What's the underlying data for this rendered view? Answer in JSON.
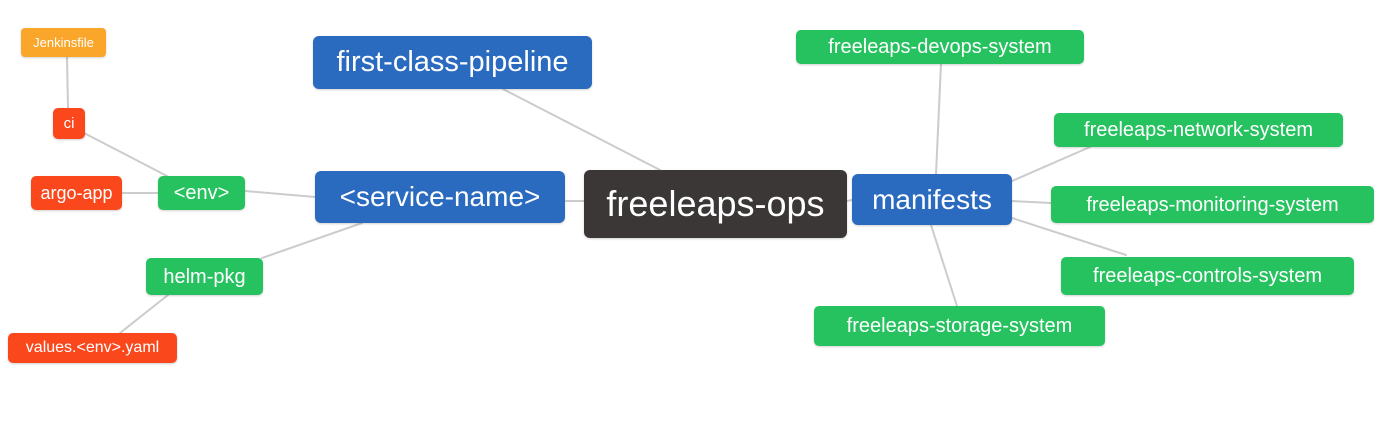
{
  "diagram": {
    "type": "mindmap",
    "background_color": "#FFFFFF",
    "edge_color": "#CCCCCC",
    "text_color": "#FFFFFF",
    "level_colors": {
      "root": "#3B3737",
      "level1": "#2A6ABF",
      "level2": "#27C260",
      "level3": "#FA481C",
      "level4": "#F9A62A"
    }
  },
  "nodes": {
    "freeleaps_ops": {
      "label": "freeleaps-ops",
      "color": "#3B3737",
      "level": 0
    },
    "first_class_pipeline": {
      "label": "first-class-pipeline",
      "color": "#2A6ABF",
      "level": 1
    },
    "service_name": {
      "label": "<service-name>",
      "color": "#2A6ABF",
      "level": 1
    },
    "manifests": {
      "label": "manifests",
      "color": "#2A6ABF",
      "level": 1
    },
    "env": {
      "label": "<env>",
      "color": "#27C260",
      "level": 2
    },
    "helm_pkg": {
      "label": "helm-pkg",
      "color": "#27C260",
      "level": 2
    },
    "devops_system": {
      "label": "freeleaps-devops-system",
      "color": "#27C260",
      "level": 2
    },
    "network_system": {
      "label": "freeleaps-network-system",
      "color": "#27C260",
      "level": 2
    },
    "monitoring_system": {
      "label": "freeleaps-monitoring-system",
      "color": "#27C260",
      "level": 2
    },
    "controls_system": {
      "label": "freeleaps-controls-system",
      "color": "#27C260",
      "level": 2
    },
    "storage_system": {
      "label": "freeleaps-storage-system",
      "color": "#27C260",
      "level": 2
    },
    "ci": {
      "label": "ci",
      "color": "#FA481C",
      "level": 3
    },
    "argo_app": {
      "label": "argo-app",
      "color": "#FA481C",
      "level": 3
    },
    "values_env_yaml": {
      "label": "values.<env>.yaml",
      "color": "#FA481C",
      "level": 3
    },
    "jenkinsfile": {
      "label": "Jenkinsfile",
      "color": "#F9A62A",
      "level": 4
    }
  },
  "edges": [
    {
      "from": "freeleaps-ops",
      "to": "first-class-pipeline"
    },
    {
      "from": "freeleaps-ops",
      "to": "<service-name>"
    },
    {
      "from": "freeleaps-ops",
      "to": "manifests"
    },
    {
      "from": "<service-name>",
      "to": "<env>"
    },
    {
      "from": "<service-name>",
      "to": "helm-pkg"
    },
    {
      "from": "<env>",
      "to": "ci"
    },
    {
      "from": "<env>",
      "to": "argo-app"
    },
    {
      "from": "ci",
      "to": "Jenkinsfile"
    },
    {
      "from": "helm-pkg",
      "to": "values.<env>.yaml"
    },
    {
      "from": "manifests",
      "to": "freeleaps-devops-system"
    },
    {
      "from": "manifests",
      "to": "freeleaps-network-system"
    },
    {
      "from": "manifests",
      "to": "freeleaps-monitoring-system"
    },
    {
      "from": "manifests",
      "to": "freeleaps-controls-system"
    },
    {
      "from": "manifests",
      "to": "freeleaps-storage-system"
    }
  ]
}
